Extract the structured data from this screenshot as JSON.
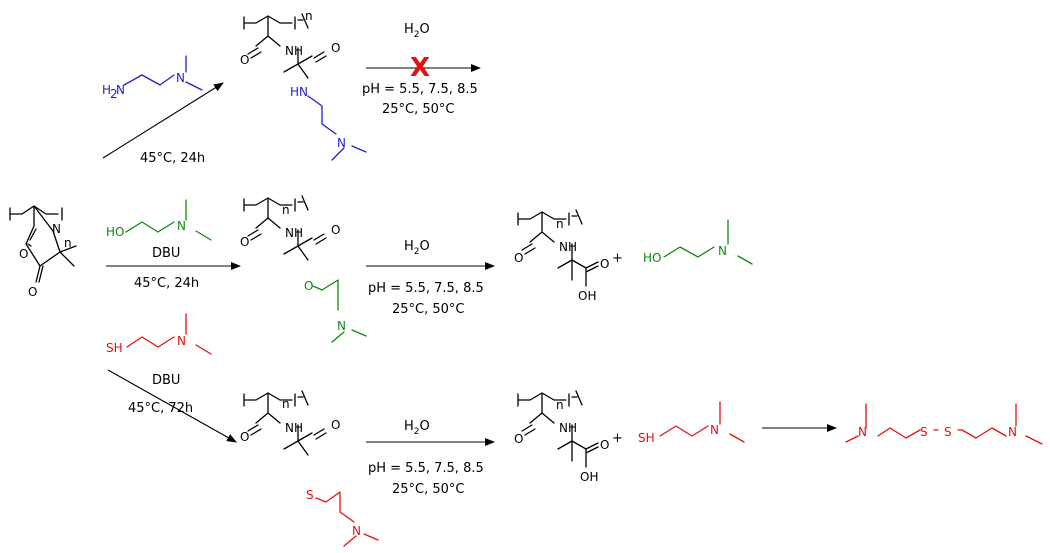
{
  "colors": {
    "amine": "#1f1fd6",
    "alcohol": "#0f8a0f",
    "thiol": "#e11212",
    "blocked_mark": "#e11212"
  },
  "atoms": {
    "n": "n",
    "N": "N",
    "O": "O",
    "NH": "NH",
    "HN": "HN",
    "HO": "HO",
    "OH": "OH",
    "SH": "SH",
    "S": "S",
    "H2N_H": "H",
    "H2N_sub": "2",
    "H2N_N": "N"
  },
  "reaction_amine": {
    "conditions": "45°C, 24h",
    "hydrolysis": {
      "reagent_main": "H",
      "reagent_sub": "2",
      "reagent_end": "O",
      "ph": "pH = 5.5, 7.5, 8.5",
      "temps": "25°C, 50°C",
      "blocked": "X"
    }
  },
  "reaction_alcohol": {
    "catalyst": "DBU",
    "conditions": "45°C, 24h",
    "hydrolysis": {
      "reagent_main": "H",
      "reagent_sub": "2",
      "reagent_end": "O",
      "ph": "pH = 5.5, 7.5, 8.5",
      "temps": "25°C, 50°C"
    },
    "plus": "+"
  },
  "reaction_thiol": {
    "catalyst": "DBU",
    "conditions": "45°C, 72h",
    "hydrolysis": {
      "reagent_main": "H",
      "reagent_sub": "2",
      "reagent_end": "O",
      "ph": "pH = 5.5, 7.5, 8.5",
      "temps": "25°C, 50°C"
    },
    "plus": "+"
  }
}
